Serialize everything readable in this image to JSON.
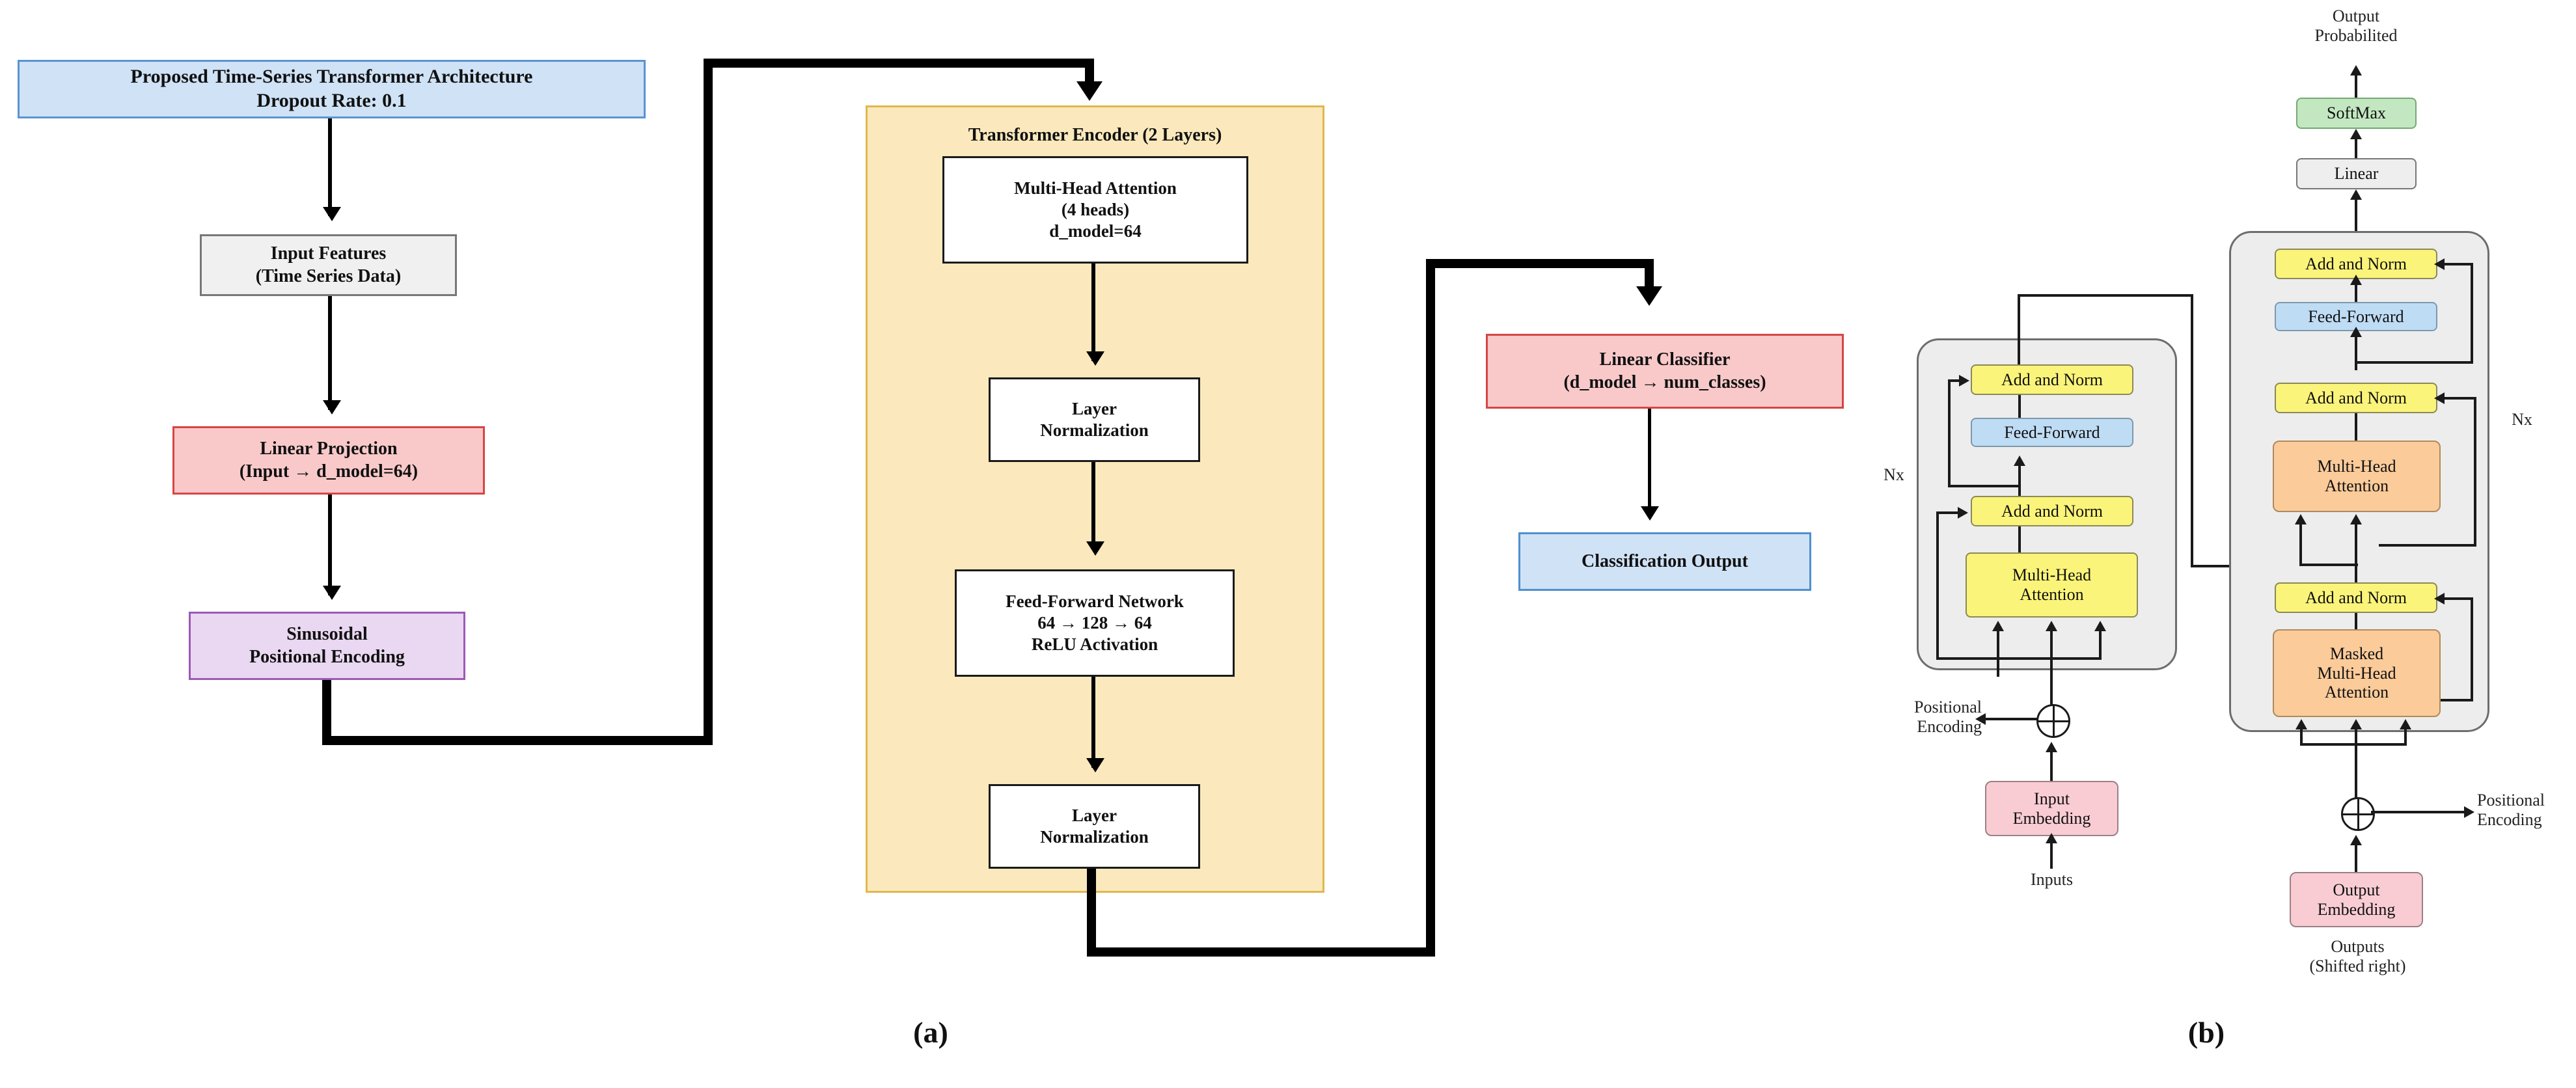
{
  "figure": {
    "captions": {
      "a": "(a)",
      "b": "(b)"
    }
  },
  "panel_a": {
    "header": {
      "line1": "Proposed Time-Series Transformer Architecture",
      "line2": "Dropout Rate: 0.1"
    },
    "input_features": {
      "line1": "Input Features",
      "line2": "(Time Series Data)"
    },
    "linear_projection": {
      "line1": "Linear Projection",
      "line2": "(Input → d_model=64)"
    },
    "positional_encoding": {
      "line1": "Sinusoidal",
      "line2": "Positional Encoding"
    },
    "encoder": {
      "title": "Transformer Encoder (2 Layers)",
      "multi_head_attention": {
        "line1": "Multi-Head Attention",
        "line2": "(4 heads)",
        "line3": "d_model=64"
      },
      "layer_norm_1": {
        "line1": "Layer",
        "line2": "Normalization"
      },
      "feed_forward": {
        "line1": "Feed-Forward Network",
        "line2": "64 → 128 → 64",
        "line3": "ReLU Activation"
      },
      "layer_norm_2": {
        "line1": "Layer",
        "line2": "Normalization"
      }
    },
    "linear_classifier": {
      "line1": "Linear Classifier",
      "line2": "(d_model → num_classes)"
    },
    "classification_output": {
      "line1": "Classification Output"
    }
  },
  "panel_b": {
    "output_probabilities": {
      "line1": "Output",
      "line2": "Probabilited"
    },
    "softmax": "SoftMax",
    "linear": "Linear",
    "encoder": {
      "nx": "Nx",
      "add_norm_top": "Add and Norm",
      "feed_forward": "Feed-Forward",
      "add_norm_bottom": "Add and Norm",
      "multi_head_attention": {
        "line1": "Multi-Head",
        "line2": "Attention"
      },
      "positional_encoding": {
        "line1": "Positional",
        "line2": "Encoding"
      },
      "input_embedding": {
        "line1": "Input",
        "line2": "Embedding"
      },
      "inputs": "Inputs"
    },
    "decoder": {
      "nx": "Nx",
      "add_norm_top": "Add and Norm",
      "feed_forward": "Feed-Forward",
      "add_norm_mid": "Add and Norm",
      "multi_head_attention": {
        "line1": "Multi-Head",
        "line2": "Attention"
      },
      "add_norm_bottom": "Add and Norm",
      "masked_multi_head_attention": {
        "line1": "Masked",
        "line2": "Multi-Head",
        "line3": "Attention"
      },
      "positional_encoding": {
        "line1": "Positional",
        "line2": "Encoding"
      },
      "output_embedding": {
        "line1": "Output",
        "line2": "Embedding"
      },
      "outputs": {
        "line1": "Outputs",
        "line2": "(Shifted right)"
      }
    }
  },
  "colors": {
    "blue_fill": "#cfe2f6",
    "blue_border": "#5b93d1",
    "grey_fill": "#f0f0f0",
    "grey_border": "#777777",
    "pink_fill": "#f9c9c9",
    "pink_border": "#d64545",
    "purple_fill": "#ead7f1",
    "purple_border": "#9b59b6",
    "encoder_fill": "#fbe9bd",
    "encoder_border": "#e0b84c",
    "yellow_fill": "#fbf47a",
    "orange_fill": "#fbcb9a",
    "green_fill": "#c3e8c1",
    "embed_pink_fill": "#f9ccd4",
    "stack_fill": "#ededed",
    "line": "#000000"
  }
}
